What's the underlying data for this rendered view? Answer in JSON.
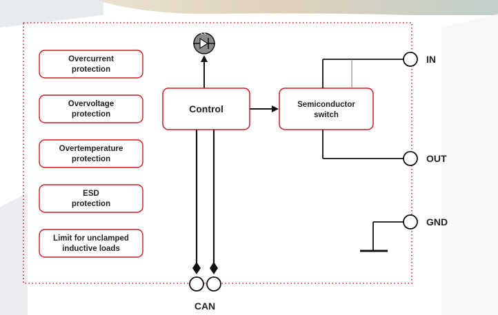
{
  "protections": [
    {
      "line1": "Overcurrent",
      "line2": "protection"
    },
    {
      "line1": "Overvoltage",
      "line2": "protection"
    },
    {
      "line1": "Overtemperature",
      "line2": "protection"
    },
    {
      "line1": "ESD",
      "line2": "protection"
    },
    {
      "line1": "Limit for unclamped",
      "line2": "inductive loads"
    }
  ],
  "blocks": {
    "control": "Control",
    "switch_line1": "Semiconductor",
    "switch_line2": "switch"
  },
  "terminals": {
    "in": "IN",
    "out": "OUT",
    "gnd": "GND",
    "can": "CAN"
  },
  "icons": {
    "led": "led-icon"
  },
  "colors": {
    "border": "#d1161e",
    "line": "#111111",
    "led_fill": "#808080"
  }
}
